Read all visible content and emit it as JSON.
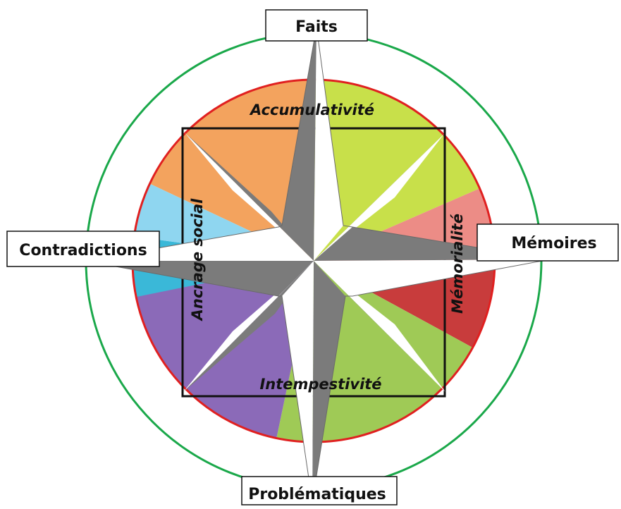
{
  "diagram": {
    "directions": {
      "north": "Faits",
      "east": "Mémoires",
      "south": "Problématiques",
      "west": "Contradictions"
    },
    "square_sides": {
      "top": "Accumulativité",
      "right": "Mémorialité",
      "bottom": "Intempestivité",
      "left": "Ancrage social"
    },
    "colors": {
      "outer_circle": "#1aa84a",
      "inner_circle": "#e02020",
      "star_dark": "#7b7b7b",
      "star_light": "#ffffff",
      "square": "#111111",
      "segments": [
        "#f3a35e",
        "#c8e04a",
        "#e8756f",
        "#c83c3c",
        "#9fca56",
        "#7a5aa8",
        "#a98fd0",
        "#3ab8d8",
        "#8fd6f0"
      ]
    }
  }
}
